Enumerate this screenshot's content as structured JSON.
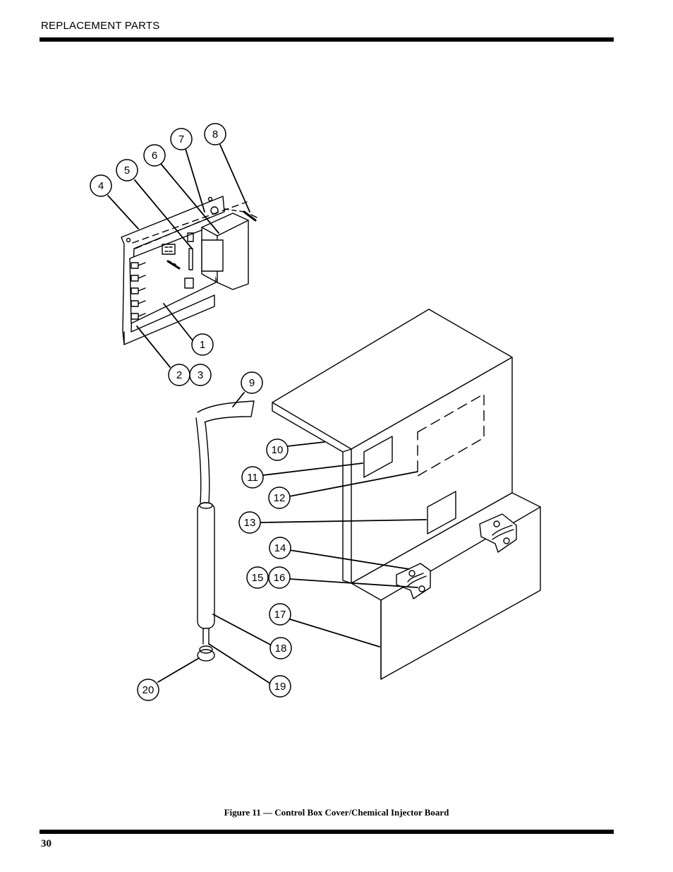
{
  "header": {
    "section_title": "REPLACEMENT PARTS"
  },
  "figure": {
    "caption": "Figure 11 — Control Box Cover/Chemical Injector Board",
    "callouts": [
      "1",
      "2",
      "3",
      "4",
      "5",
      "6",
      "7",
      "8",
      "9",
      "10",
      "11",
      "12",
      "13",
      "14",
      "15",
      "16",
      "17",
      "18",
      "19",
      "20"
    ]
  },
  "footer": {
    "page_number": "30"
  }
}
